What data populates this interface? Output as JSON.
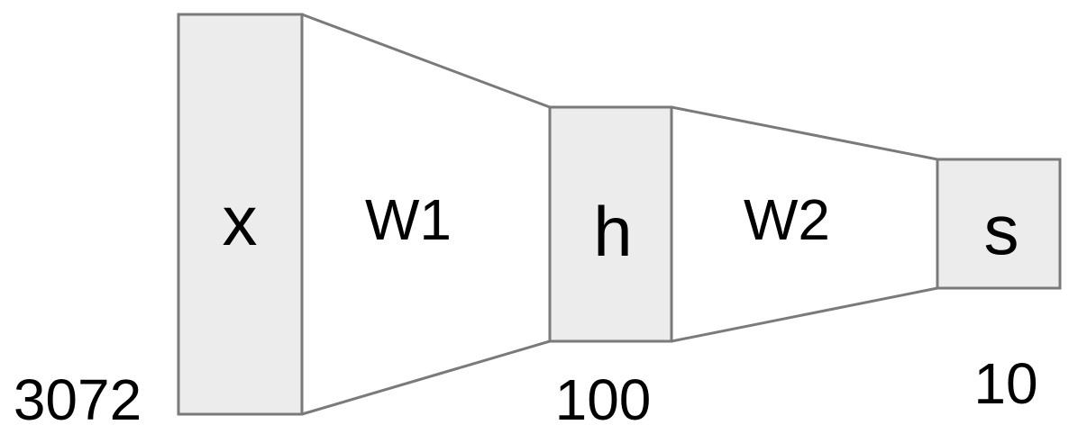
{
  "layers": [
    {
      "name": "x",
      "size": "3072"
    },
    {
      "name": "h",
      "size": "100"
    },
    {
      "name": "s",
      "size": "10"
    }
  ],
  "weights": [
    {
      "label": "W1"
    },
    {
      "label": "W2"
    }
  ]
}
